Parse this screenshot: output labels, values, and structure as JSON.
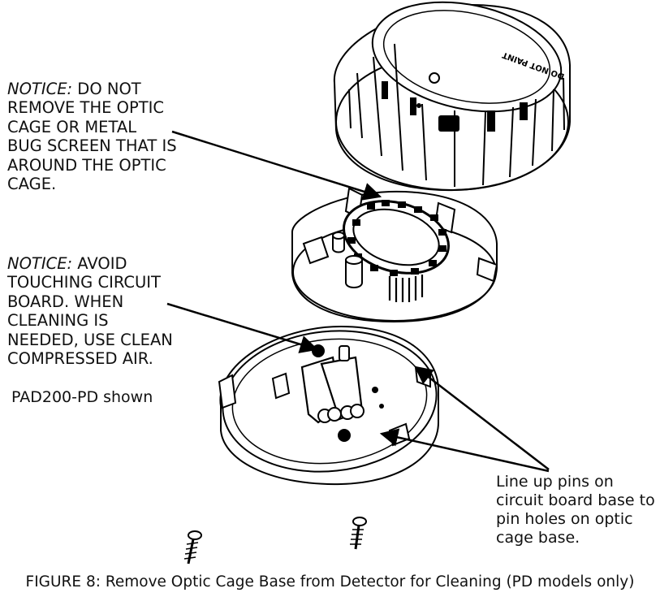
{
  "notices": [
    {
      "prefix": "NOTICE:",
      "text": " DO NOT\nREMOVE THE OPTIC\nCAGE OR METAL\nBUG SCREEN THAT IS\nAROUND THE OPTIC\nCAGE."
    },
    {
      "prefix": "NOTICE:",
      "text": " AVOID\nTOUCHING CIRCUIT\nBOARD. WHEN\nCLEANING IS\nNEEDED, USE CLEAN\nCOMPRESSED AIR."
    }
  ],
  "model_label": "PAD200-PD shown",
  "pin_instruction": "Line up pins on\ncircuit board base to\npin holes on optic\ncage base.",
  "cover_text": "DO NOT PAINT",
  "caption": "FIGURE 8: Remove Optic Cage Base from Detector for Cleaning (PD models only)"
}
